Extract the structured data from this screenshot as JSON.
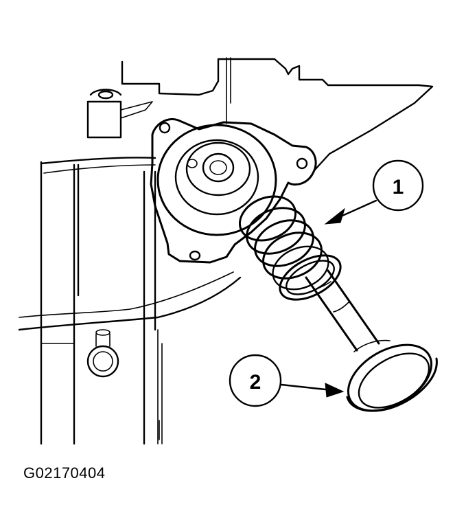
{
  "figure": {
    "id_label": "G02170404"
  },
  "callouts": [
    {
      "number": "1",
      "part": "spring"
    },
    {
      "number": "2",
      "part": "piston"
    }
  ]
}
